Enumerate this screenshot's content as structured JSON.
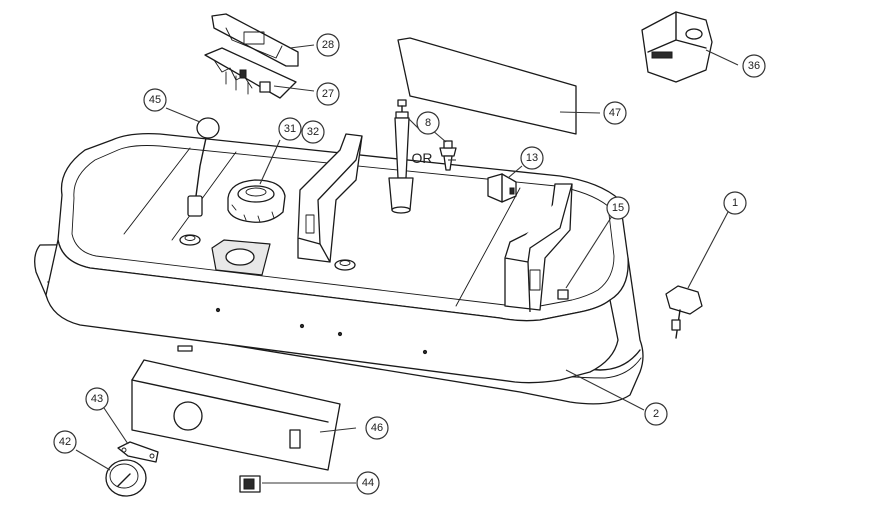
{
  "diagram": {
    "or_label": "OR",
    "callouts": {
      "c1": "1",
      "c2": "2",
      "c8": "8",
      "c13": "13",
      "c15": "15",
      "c27": "27",
      "c28": "28",
      "c31": "31",
      "c32": "32",
      "c36": "36",
      "c42": "42",
      "c43": "43",
      "c44": "44",
      "c45": "45",
      "c46": "46",
      "c47": "47"
    }
  }
}
